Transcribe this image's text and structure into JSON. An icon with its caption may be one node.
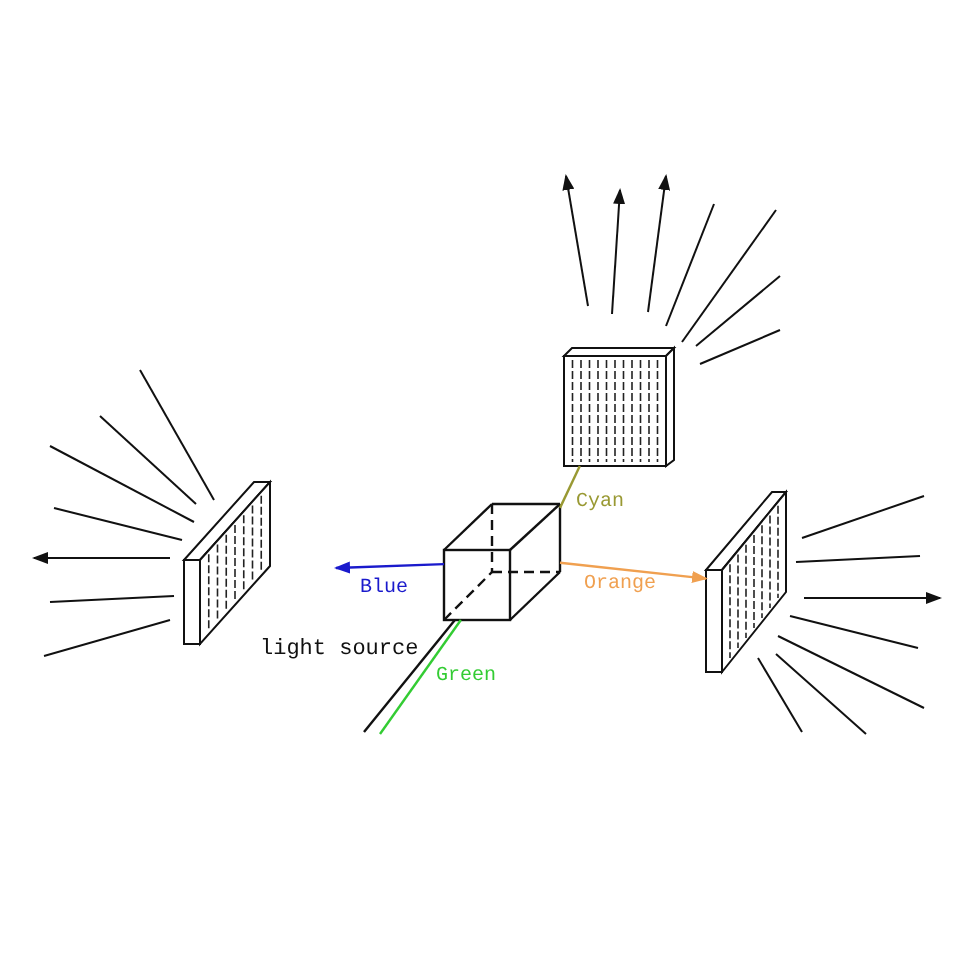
{
  "diagram": {
    "nodes": [
      {
        "text": [],
        "shape": "box"
      },
      {
        "text": [],
        "shape": "box"
      },
      {
        "text": [],
        "shape": "box"
      },
      {
        "text": [],
        "shape": "box"
      }
    ],
    "edges": [
      {
        "from": 2,
        "to": 0,
        "arrow": "none",
        "label": "Cyan",
        "color": "#999933"
      },
      {
        "from": 2,
        "to": null,
        "arrow": "to",
        "label": "Blue",
        "color": "#1a1acc"
      },
      {
        "from": 2,
        "to": 3,
        "arrow": "to",
        "label": "Orange",
        "color": "#f0a050"
      },
      {
        "from": null,
        "to": 2,
        "arrow": "none",
        "label": "Green",
        "color": "#33cc33"
      },
      {
        "from": null,
        "to": 2,
        "arrow": "none",
        "color": "#111111"
      }
    ],
    "labels": [
      "light source"
    ]
  }
}
